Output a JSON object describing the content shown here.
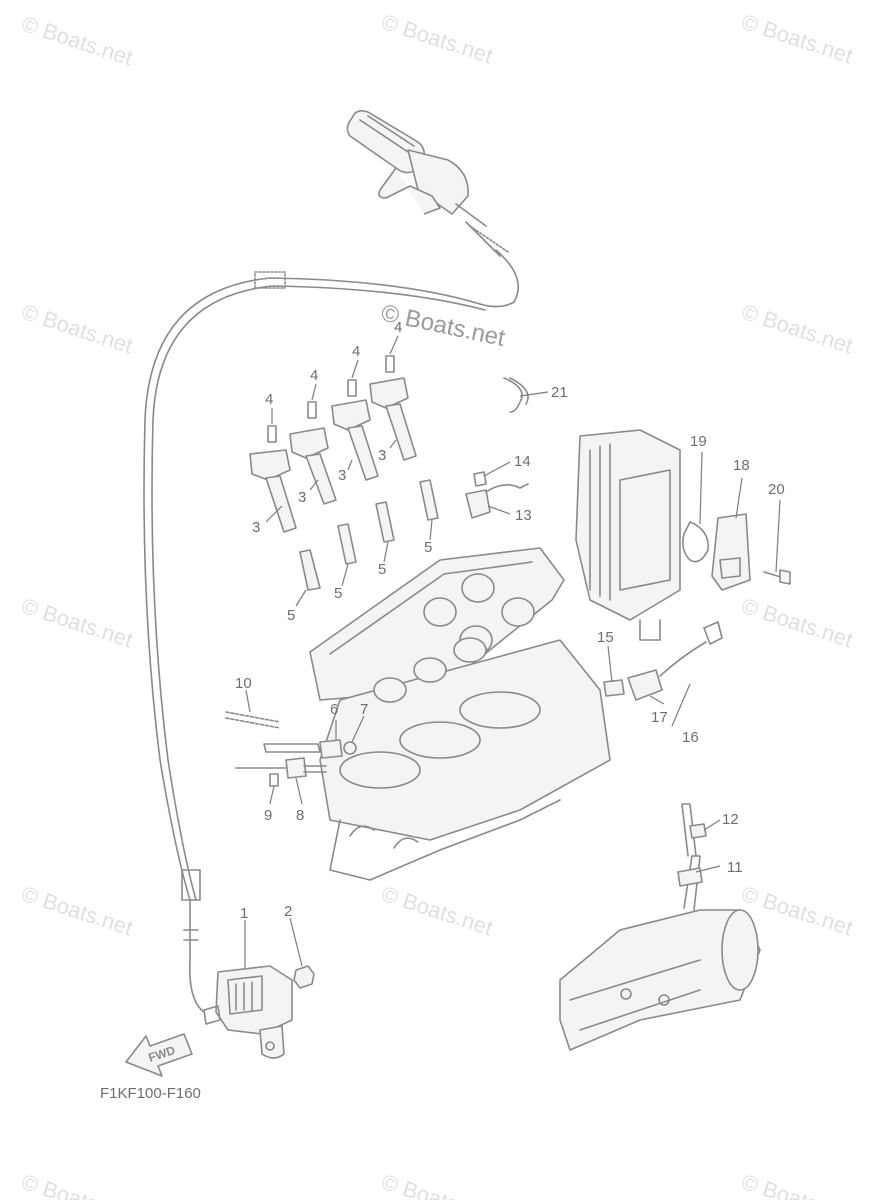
{
  "watermark": {
    "text": "© Boats.net"
  },
  "diagram_code": "F1KF100-F160",
  "fwd_label": "FWD",
  "callouts": {
    "c1": "1",
    "c2": "2",
    "c3a": "3",
    "c3b": "3",
    "c3c": "3",
    "c3d": "3",
    "c4a": "4",
    "c4b": "4",
    "c4c": "4",
    "c4d": "4",
    "c5a": "5",
    "c5b": "5",
    "c5c": "5",
    "c5d": "5",
    "c6": "6",
    "c7": "7",
    "c8": "8",
    "c9": "9",
    "c10": "10",
    "c11": "11",
    "c12": "12",
    "c13": "13",
    "c14": "14",
    "c15": "15",
    "c16": "16",
    "c17": "17",
    "c18": "18",
    "c19": "19",
    "c20": "20",
    "c21": "21"
  }
}
